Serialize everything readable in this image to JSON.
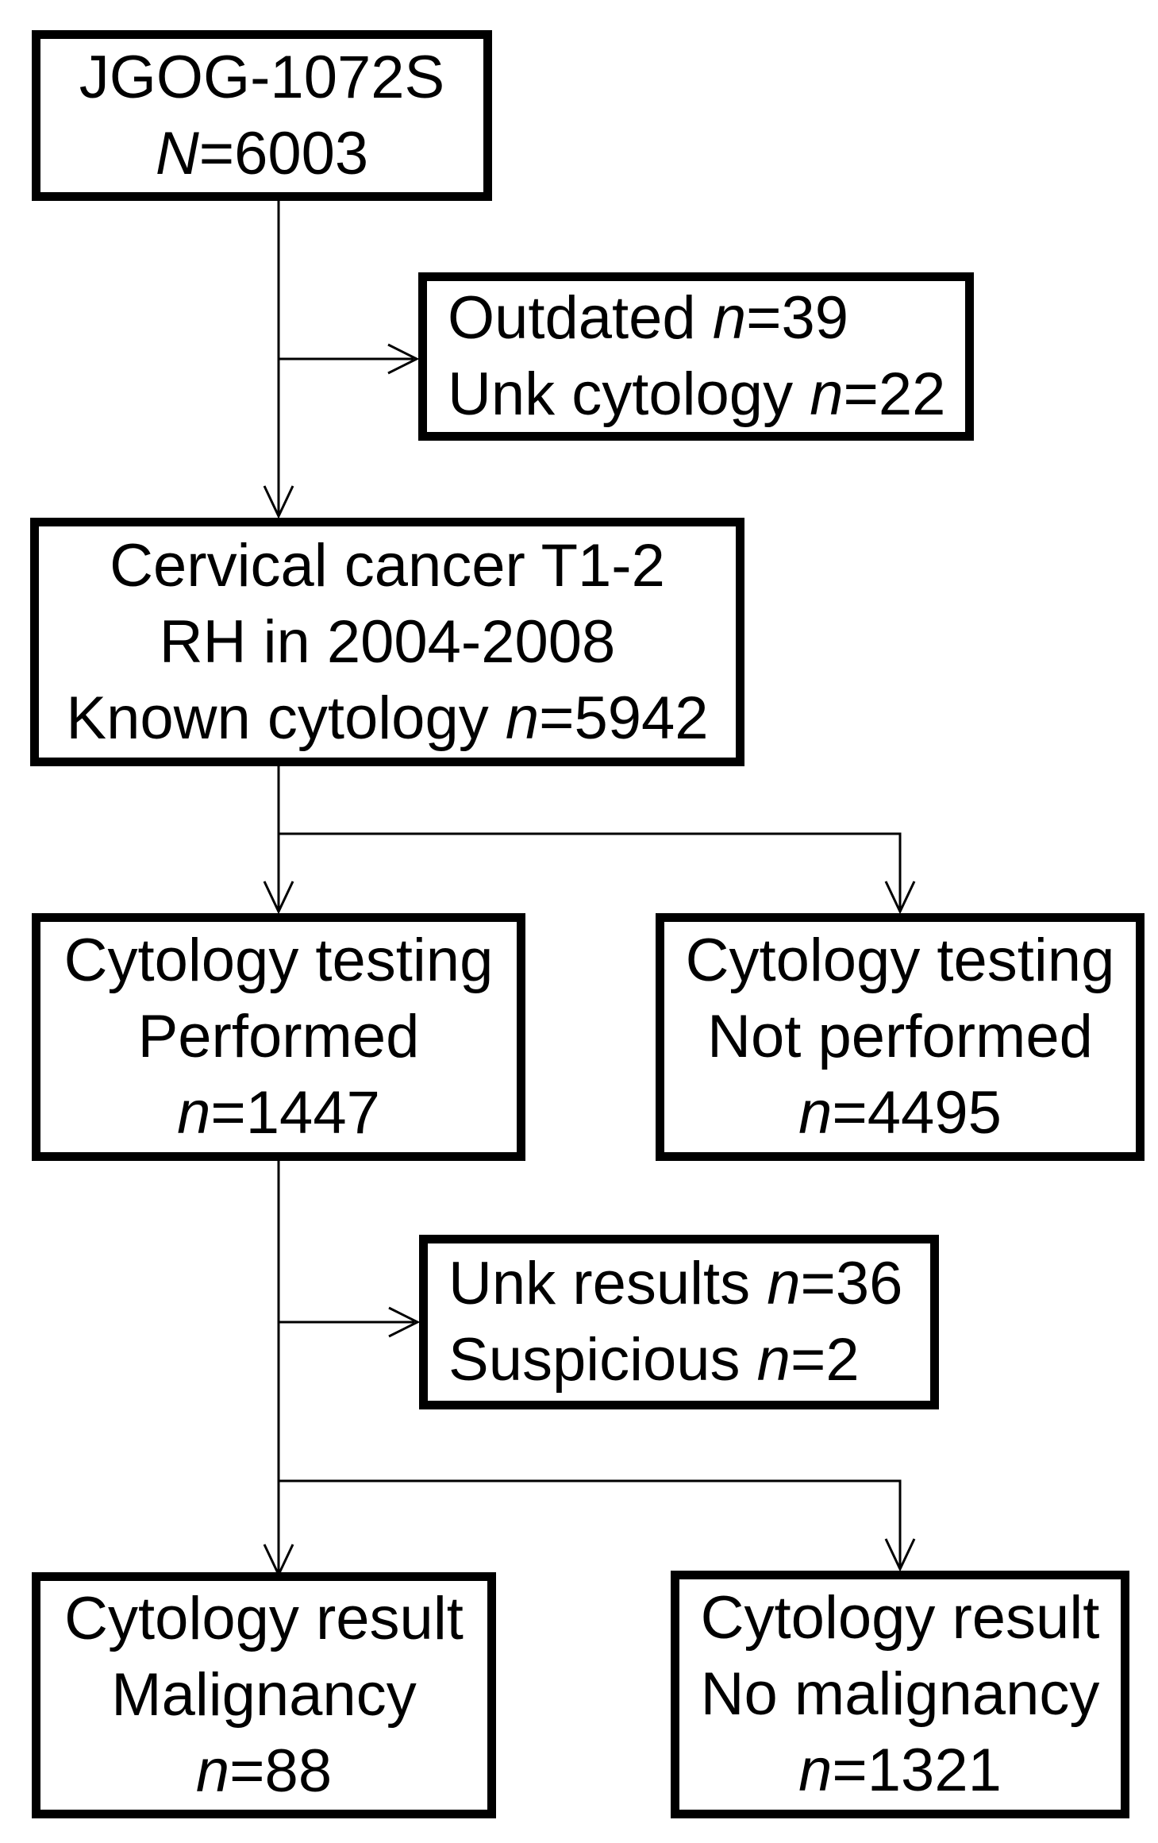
{
  "figure": {
    "type": "flow-diagram",
    "study_id": "JGOG-1072S",
    "colors": {
      "ink": "#000000",
      "background": "#ffffff"
    },
    "boxes": {
      "enrollment": {
        "role": "total-cohort",
        "lines": [
          {
            "pre": "JGOG-1072S",
            "n": "",
            "post": ""
          },
          {
            "pre": "",
            "n": "N",
            "post": "=6003"
          }
        ]
      },
      "excluded_outdated": {
        "role": "exclusion",
        "lines": [
          {
            "pre": "Outdated ",
            "n": "n",
            "post": "=39"
          },
          {
            "pre": "Unk cytology ",
            "n": "n",
            "post": "=22"
          }
        ]
      },
      "eligible": {
        "role": "eligible-cohort",
        "lines": [
          {
            "pre": "Cervical cancer T1-2",
            "n": "",
            "post": ""
          },
          {
            "pre": "RH in 2004-2008",
            "n": "",
            "post": ""
          },
          {
            "pre": "Known cytology ",
            "n": "n",
            "post": "=5942"
          }
        ]
      },
      "cytology_performed": {
        "role": "branch-left",
        "lines": [
          {
            "pre": "Cytology testing",
            "n": "",
            "post": ""
          },
          {
            "pre": "Performed",
            "n": "",
            "post": ""
          },
          {
            "pre": "",
            "n": "n",
            "post": "=1447"
          }
        ]
      },
      "cytology_not_performed": {
        "role": "branch-right",
        "lines": [
          {
            "pre": "Cytology testing",
            "n": "",
            "post": ""
          },
          {
            "pre": "Not performed",
            "n": "",
            "post": ""
          },
          {
            "pre": "",
            "n": "n",
            "post": "=4495"
          }
        ]
      },
      "excluded_unk_results": {
        "role": "exclusion",
        "lines": [
          {
            "pre": "Unk results ",
            "n": "n",
            "post": "=36"
          },
          {
            "pre": "Suspicious ",
            "n": "n",
            "post": "=2"
          }
        ]
      },
      "result_malignancy": {
        "role": "outcome-left",
        "lines": [
          {
            "pre": "Cytology result",
            "n": "",
            "post": ""
          },
          {
            "pre": "Malignancy",
            "n": "",
            "post": ""
          },
          {
            "pre": "",
            "n": "n",
            "post": "=88"
          }
        ]
      },
      "result_no_malignancy": {
        "role": "outcome-right",
        "lines": [
          {
            "pre": "Cytology result",
            "n": "",
            "post": ""
          },
          {
            "pre": "No malignancy",
            "n": "",
            "post": ""
          },
          {
            "pre": "",
            "n": "n",
            "post": "=1321"
          }
        ]
      }
    }
  }
}
